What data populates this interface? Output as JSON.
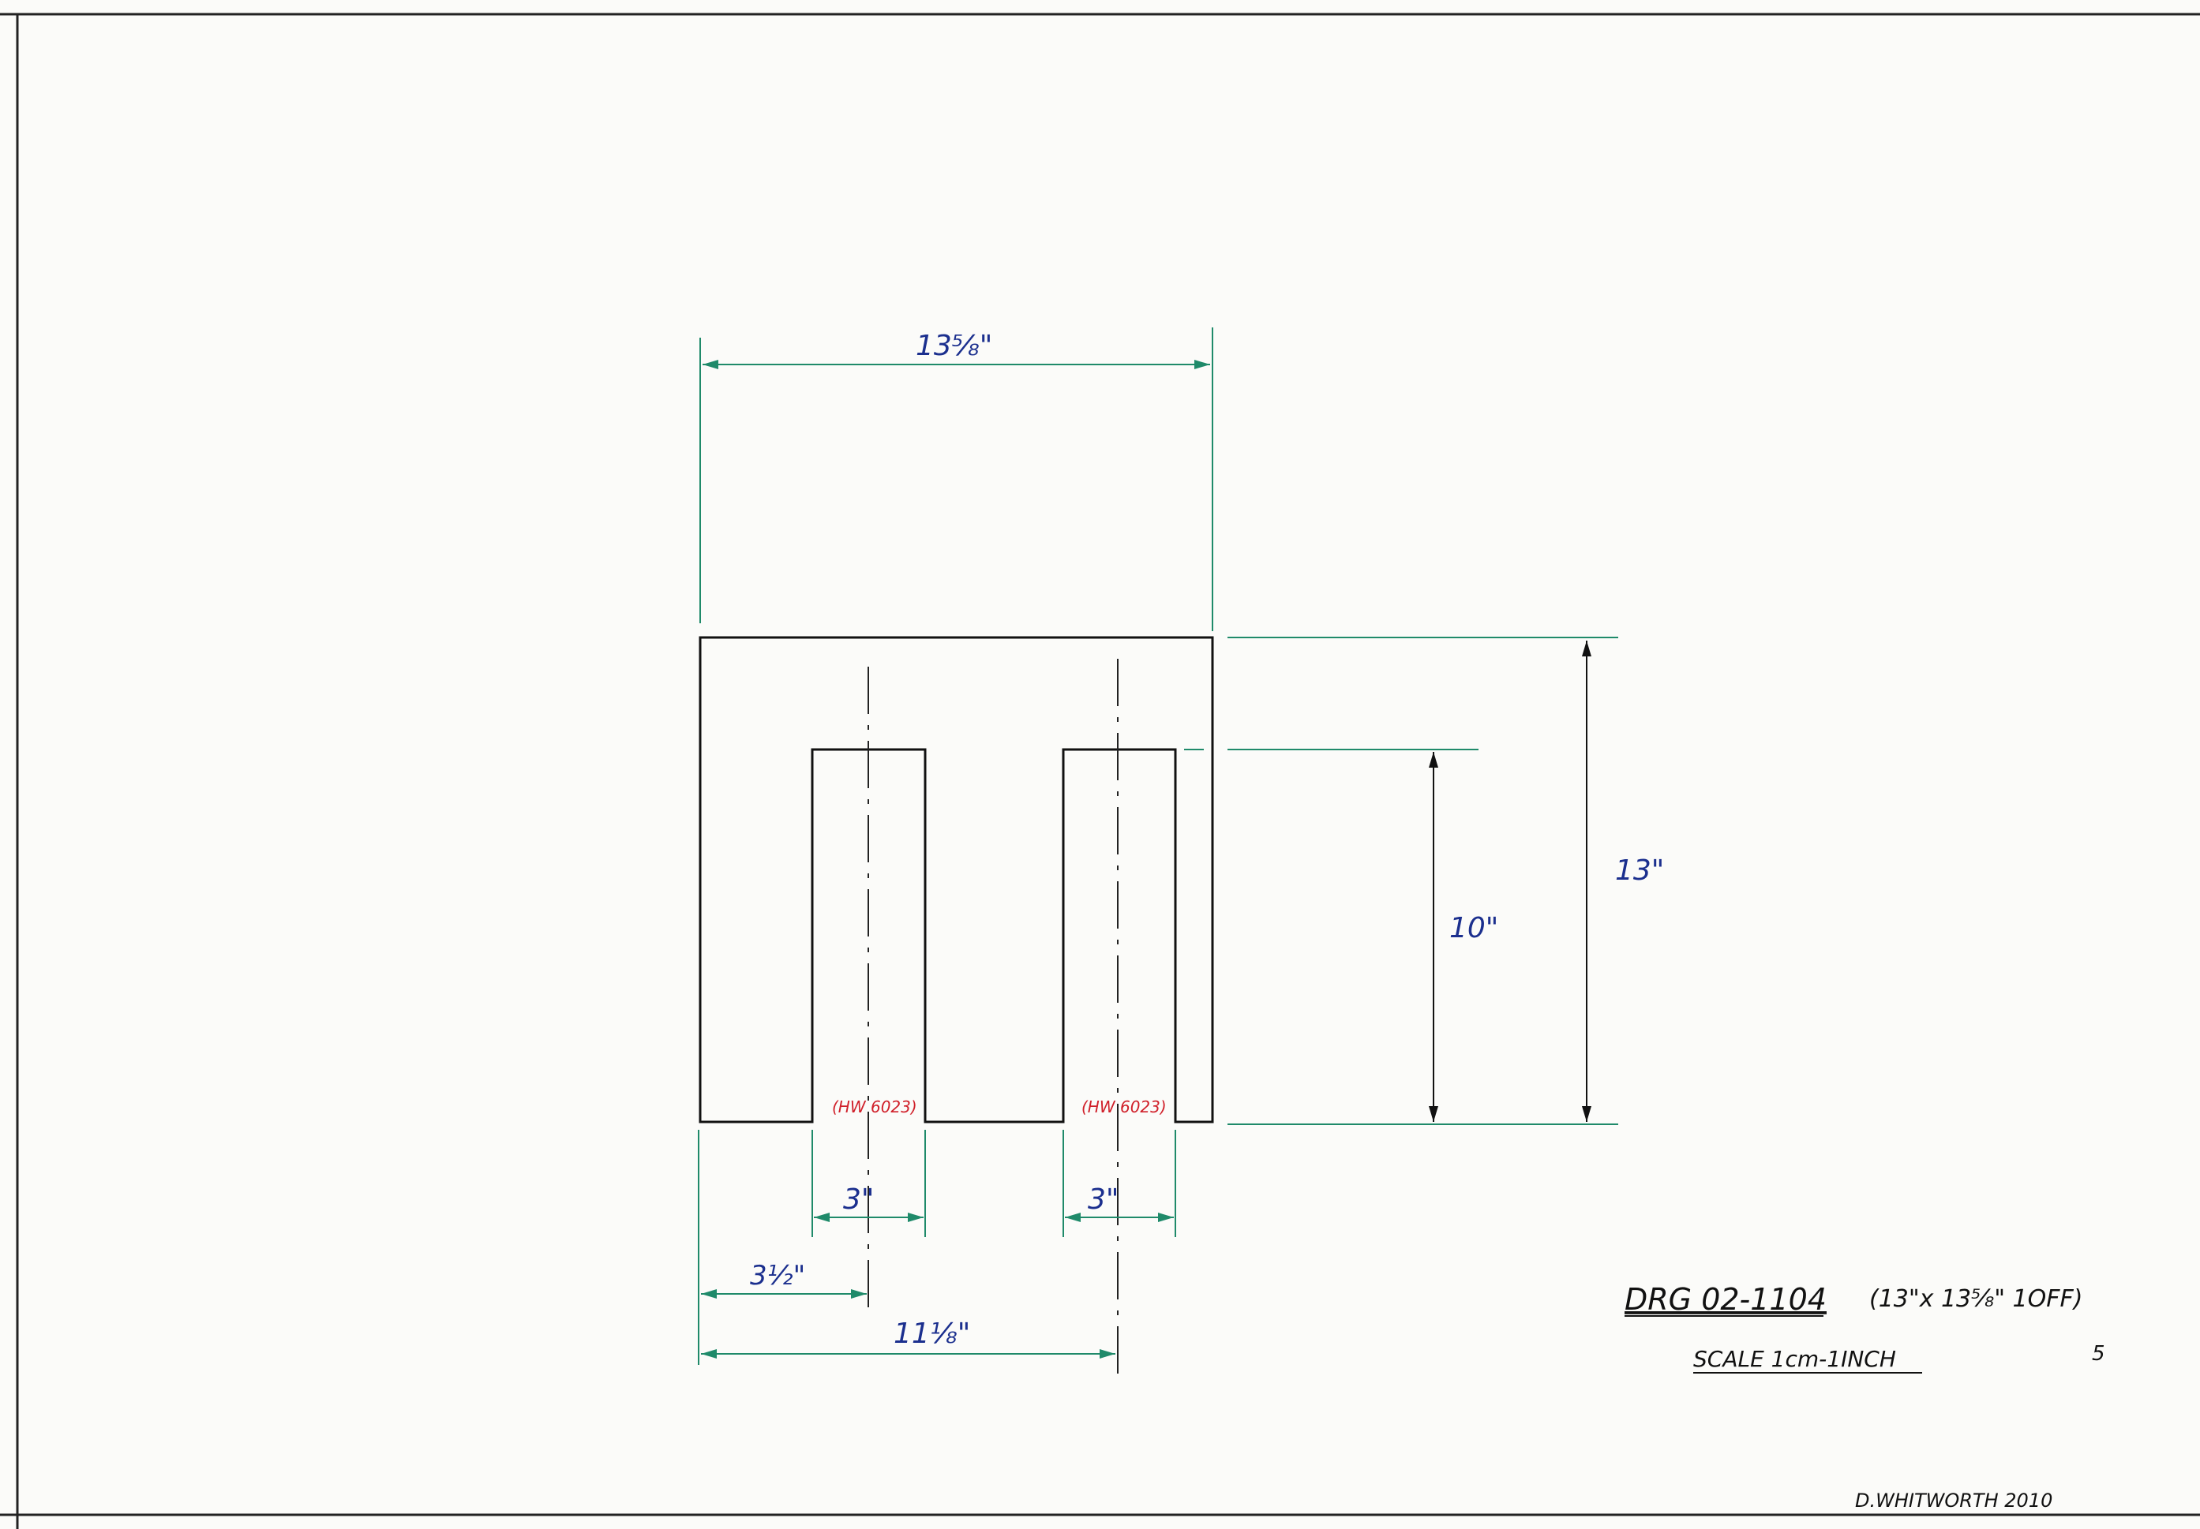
{
  "drawing": {
    "overall_width": "13⅝\"",
    "overall_height": "13\"",
    "slot_depth": "10\"",
    "slot1_width": "3\"",
    "slot2_width": "3\"",
    "offset_to_slot1_centre": "3½\"",
    "offset_to_slot2_centre": "11⅛\"",
    "slot1_part_ref": "(HW 6023)",
    "slot2_part_ref": "(HW 6023)",
    "title": "DRG 02-1104",
    "spec": "(13\"x 13⅝\"  1OFF)",
    "scale": "SCALE 1cm-1INCH",
    "revision_mark": "5",
    "author": "D.WHITWORTH 2010"
  },
  "colors": {
    "outline": "#111111",
    "dimension": "#1f8a6a",
    "dimension_text": "#1b2f8e",
    "note_text": "#d0202a"
  }
}
